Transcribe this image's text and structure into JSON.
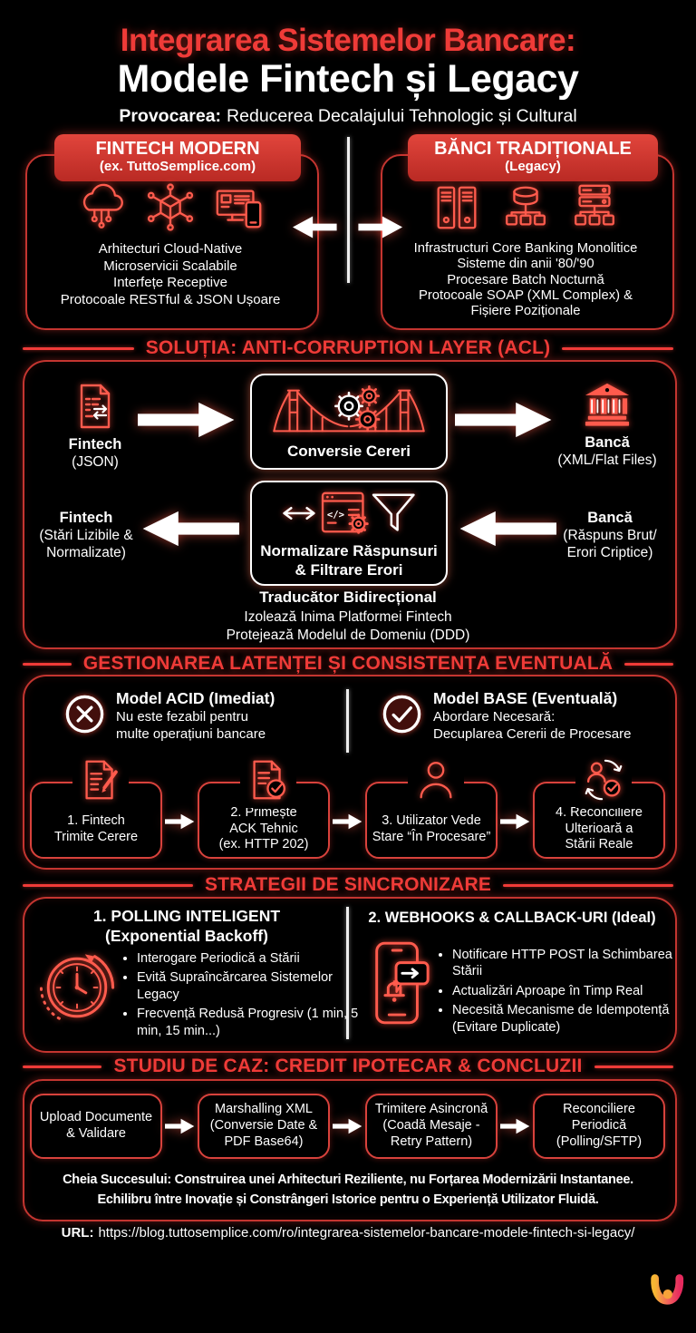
{
  "header": {
    "title_accent": "Integrarea Sistemelor Bancare:",
    "title_main": "Modele Fintech și Legacy",
    "challenge_label": "Provocarea:",
    "challenge_text": "Reducerea Decalajului Tehnologic și Cultural"
  },
  "comparison": {
    "fintech": {
      "banner_title": "FINTECH MODERN",
      "banner_subtitle": "(ex. TuttoSemplice.com)",
      "lines": [
        "Arhitecturi Cloud-Native",
        "Microservicii Scalabile",
        "Interfețe Receptive",
        "Protocoale RESTful & JSON Ușoare"
      ]
    },
    "legacy": {
      "banner_title": "BĂNCI TRADIȚIONALE",
      "banner_subtitle": "(Legacy)",
      "lines": [
        "Infrastructuri Core Banking Monolitice",
        "Sisteme din anii '80/'90",
        "Procesare Batch Nocturnă",
        "Protocoale SOAP (XML Complex) &",
        "Fișiere Poziționale"
      ]
    }
  },
  "acl": {
    "header": "SOLUȚIA: ANTI-CORRUPTION LAYER (ACL)",
    "request": {
      "source_title": "Fintech",
      "source_sub": "(JSON)",
      "converter_label": "Conversie Cereri",
      "target_title": "Bancă",
      "target_sub": "(XML/Flat Files)"
    },
    "response": {
      "target_title": "Fintech",
      "target_sub": "(Stări Lizibile & Normalizate)",
      "normalizer_line1": "Normalizare Răspunsuri",
      "normalizer_line2": "& Filtrare Erori",
      "source_title": "Bancă",
      "source_sub": "(Răspuns Brut/ Erori Criptice)"
    },
    "note_title": "Traducător Bidirecțional",
    "note_lines": [
      "Izolează Inima Platformei Fintech",
      "Protejează Modelul de Domeniu (DDD)"
    ]
  },
  "latency": {
    "header": "GESTIONAREA LATENȚEI ȘI CONSISTENȚA EVENTUALĂ",
    "acid": {
      "title": "Model ACID (Imediat)",
      "line1": "Nu este fezabil pentru",
      "line2": "multe operațiuni bancare"
    },
    "base": {
      "title": "Model BASE (Eventuală)",
      "line1": "Abordare Necesară:",
      "line2": "Decuplarea Cererii de Procesare"
    },
    "steps": [
      [
        "1. Fintech",
        "Trimite Cerere"
      ],
      [
        "2. Primește",
        "ACK Tehnic",
        "(ex. HTTP 202)"
      ],
      [
        "3. Utilizator Vede",
        "Stare “În Procesare”"
      ],
      [
        "4. Reconciliere",
        "Ulterioară a",
        "Stării Reale"
      ]
    ]
  },
  "sync": {
    "header": "STRATEGII DE SINCRONIZARE",
    "polling": {
      "title": "1. POLLING INTELIGENT",
      "subtitle": "(Exponential Backoff)",
      "bullets": [
        "Interogare Periodică a Stării",
        "Evită Supraîncărcarea Sistemelor Legacy",
        "Frecvență Redusă Progresiv (1 min, 5 min, 15 min...)"
      ]
    },
    "webhooks": {
      "title": "2. WEBHOOKS & CALLBACK-URI (Ideal)",
      "bullets": [
        "Notificare HTTP POST la Schimbarea Stării",
        "Actualizări Aproape în Timp Real",
        "Necesită Mecanisme de Idempotență (Evitare Duplicate)"
      ]
    }
  },
  "case_study": {
    "header": "STUDIU DE CAZ: CREDIT IPOTECAR & CONCLUZII",
    "steps": [
      [
        "Upload Documente",
        "& Validare"
      ],
      [
        "Marshalling XML",
        "(Conversie Date &",
        "PDF Base64)"
      ],
      [
        "Trimitere Asincronă",
        "(Coadă Mesaje -",
        "Retry Pattern)"
      ],
      [
        "Reconciliere",
        "Periodică",
        "(Polling/SFTP)"
      ]
    ],
    "key_line1": "Cheia Succesului: Construirea unei Arhitecturi Reziliente, nu Forțarea Modernizării Instantanee.",
    "key_line2": "Echilibru între Inovație și Constrângeri Istorice pentru o Experiență Utilizator Fluidă."
  },
  "footer": {
    "url_label": "URL:",
    "url": "https://blog.tuttosemplice.com/ro/integrarea-sistemelor-bancare-modele-fintech-si-legacy/"
  },
  "colors": {
    "accent_red": "#ef3b38",
    "box_border_red": "#c43530",
    "banner_red": "#d23a31",
    "icon_red": "#ff5b4d",
    "divider_white": "#ffffff",
    "logo_gradient_start": "#f7b733",
    "logo_gradient_end": "#e62a5e",
    "logo_ball": "#f7a239"
  }
}
